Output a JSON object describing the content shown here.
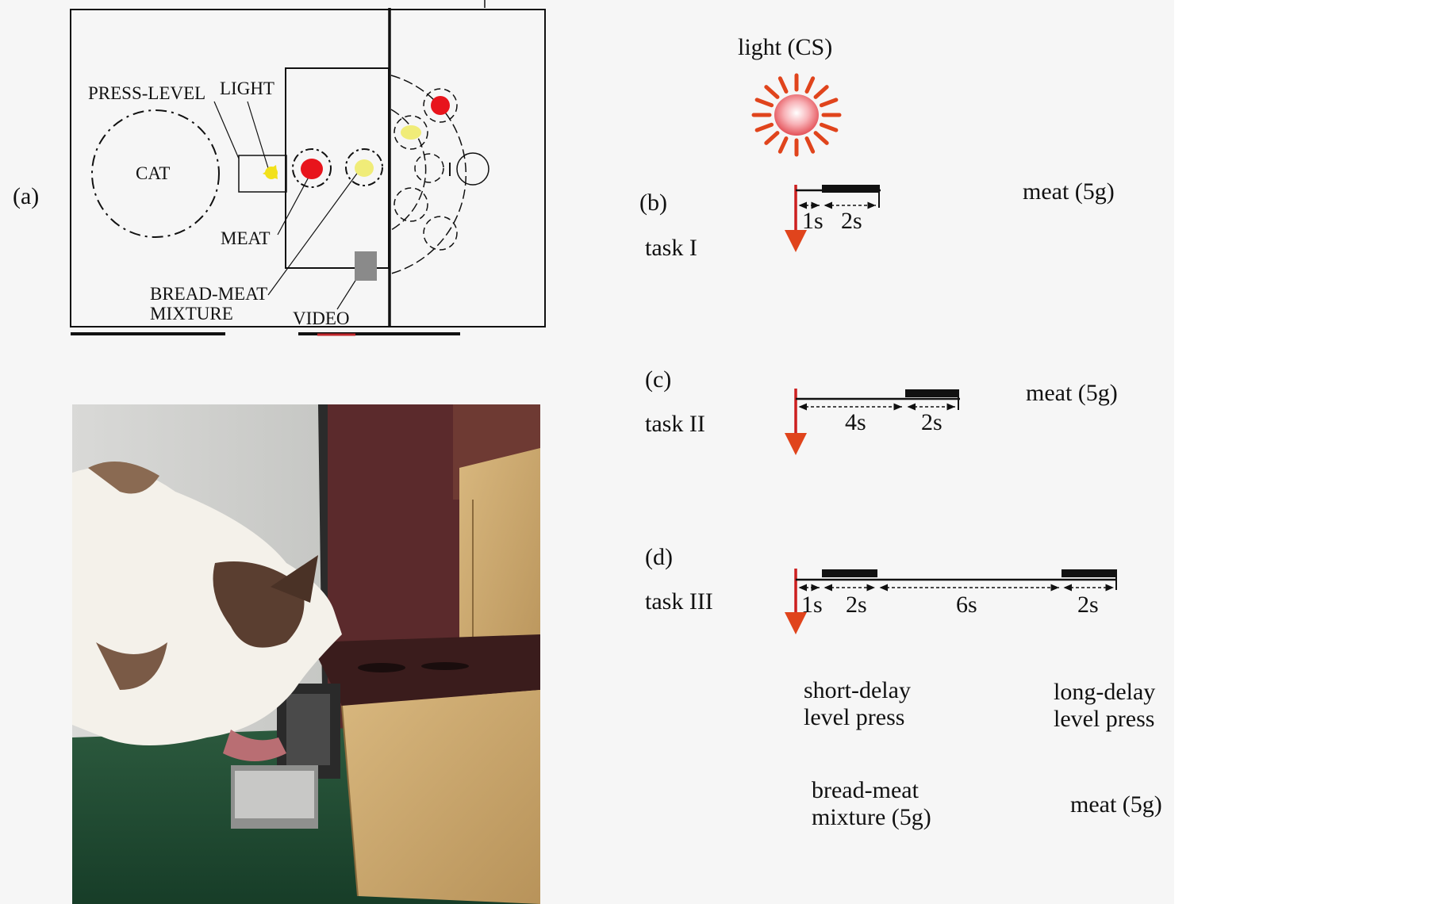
{
  "panel_a": {
    "label": "(a)",
    "schematic": {
      "cat": "CAT",
      "press_lever": "PRESS-LEVEL",
      "light": "LIGHT",
      "meat": "MEAT",
      "bread_meat_line1": "BREAD-MEAT",
      "bread_meat_line2": "MIXTURE",
      "video": "VIDEO"
    },
    "colors": {
      "meat": "#e8141c",
      "bread_meat": "#f0ec78",
      "light_bulb": "#f2e11a",
      "video_box": "#8a8a8a"
    }
  },
  "cs": {
    "label": "light (CS)",
    "icon": "sun-light-icon",
    "ray_color": "#e0441c",
    "core_color": "#f8b3b8"
  },
  "task_b": {
    "panel": "(b)",
    "task": "task I",
    "reward": "meat (5g)",
    "intervals": [
      "1s",
      "2s"
    ]
  },
  "task_c": {
    "panel": "(c)",
    "task": "task II",
    "reward": "meat (5g)",
    "intervals": [
      "4s",
      "2s"
    ]
  },
  "task_d": {
    "panel": "(d)",
    "task": "task III",
    "intervals": [
      "1s",
      "2s",
      "6s",
      "2s"
    ]
  },
  "footer": {
    "short_delay_line1": "short-delay",
    "short_delay_line2": "level press",
    "long_delay_line1": "long-delay",
    "long_delay_line2": "level press",
    "reward_short_line1": "bread-meat",
    "reward_short_line2": "mixture (5g)",
    "reward_long": "meat (5g)"
  },
  "arrow_color": "#e0441c",
  "cs_line_color": "#cc1f1f"
}
